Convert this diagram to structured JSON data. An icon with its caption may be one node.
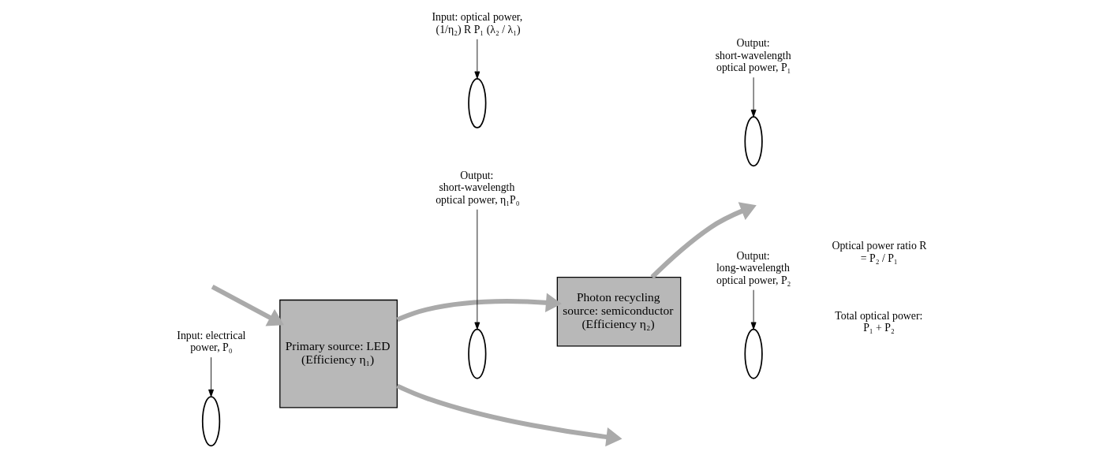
{
  "diagram": {
    "nodes": [
      {
        "text": [
          "Primary source: LED (Efficiency η₁)"
        ]
      },
      {
        "text": [
          "Photon recycling source: semiconductor (Efficiency η₂)"
        ]
      },
      {
        "text": [],
        "shape": "ellipse"
      },
      {
        "text": [],
        "shape": "ellipse"
      },
      {
        "text": [],
        "shape": "ellipse"
      },
      {
        "text": [],
        "shape": "ellipse"
      },
      {
        "text": [],
        "shape": "ellipse"
      },
      {
        "text": [
          "Input: electrical power, P₀"
        ]
      },
      {
        "text": [
          "Input: optical power, (1/η₂) R P₁ (λ₂ / λ₁)"
        ]
      },
      {
        "text": [
          "Output: short-wavelength optical power, η₁P₀"
        ]
      },
      {
        "text": [
          "Output: long-wavelength optical power, P₂"
        ]
      },
      {
        "text": [
          "Output: short-wavelength optical power, P₁"
        ]
      }
    ],
    "edges": [
      {
        "from": 0,
        "to": null,
        "arrow": "to",
        "style": "thick",
        "color": "#aaaaaa"
      },
      {
        "from": 0,
        "to": 1,
        "arrow": "to",
        "style": "thick",
        "color": "#aaaaaa"
      },
      {
        "from": 1,
        "to": null,
        "arrow": "to",
        "style": "thick",
        "color": "#aaaaaa"
      },
      {
        "from": null,
        "to": 0,
        "arrow": "to",
        "style": "thick",
        "color": "#aaaaaa"
      },
      {
        "from": 7,
        "to": 2,
        "arrow": "to"
      },
      {
        "from": 8,
        "to": 4,
        "arrow": "to"
      },
      {
        "from": 9,
        "to": 3,
        "arrow": "to"
      },
      {
        "from": 10,
        "to": 5,
        "arrow": "to"
      },
      {
        "from": 11,
        "to": 6,
        "arrow": "to"
      }
    ],
    "labels": [
      "Total optical power: P₁ + P₂",
      "Optical power ratio R = P₂ / P₁"
    ]
  }
}
